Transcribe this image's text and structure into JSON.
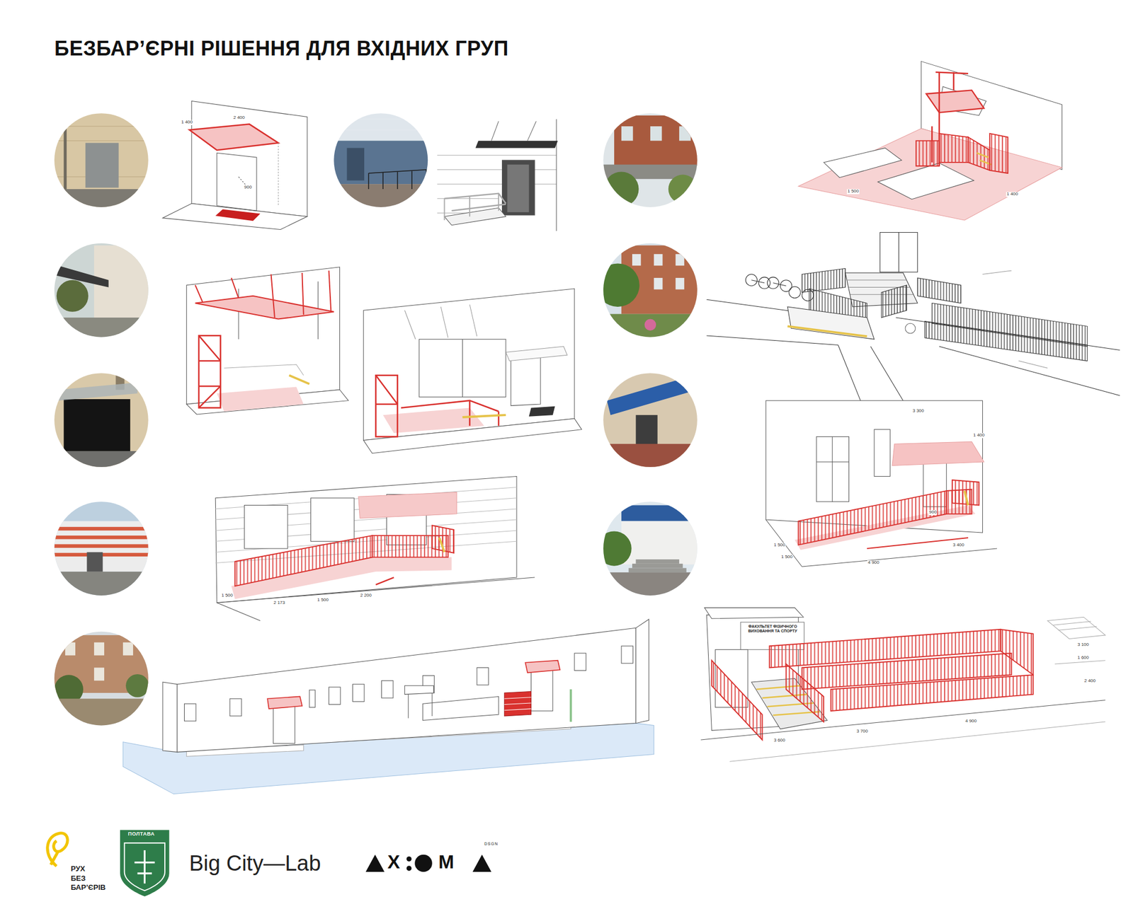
{
  "diagram": {
    "title": "БЕЗБАР’ЄРНІ РІШЕННЯ ДЛЯ ВХІДНИХ ГРУП",
    "labels": [
      "1 400",
      "2 400",
      "900",
      "1 500",
      "1 400",
      "1 500",
      "2 173",
      "1 500",
      "2 200",
      "3 300",
      "1 400",
      "900",
      "1 500",
      "1 500",
      "4 900",
      "3 400",
      "ФАКУЛЬТЕТ ФІЗИЧНОГО ВИХОВАННЯ ТА СПОРТУ",
      "3 600",
      "3 700",
      "4 900",
      "2 400",
      "1 600",
      "3 100",
      "РУХ",
      "БЕЗ",
      "БАР’ЄРІВ",
      "ПОЛТАВА",
      "Big City—Lab",
      "X",
      "M",
      "DSGN"
    ]
  }
}
